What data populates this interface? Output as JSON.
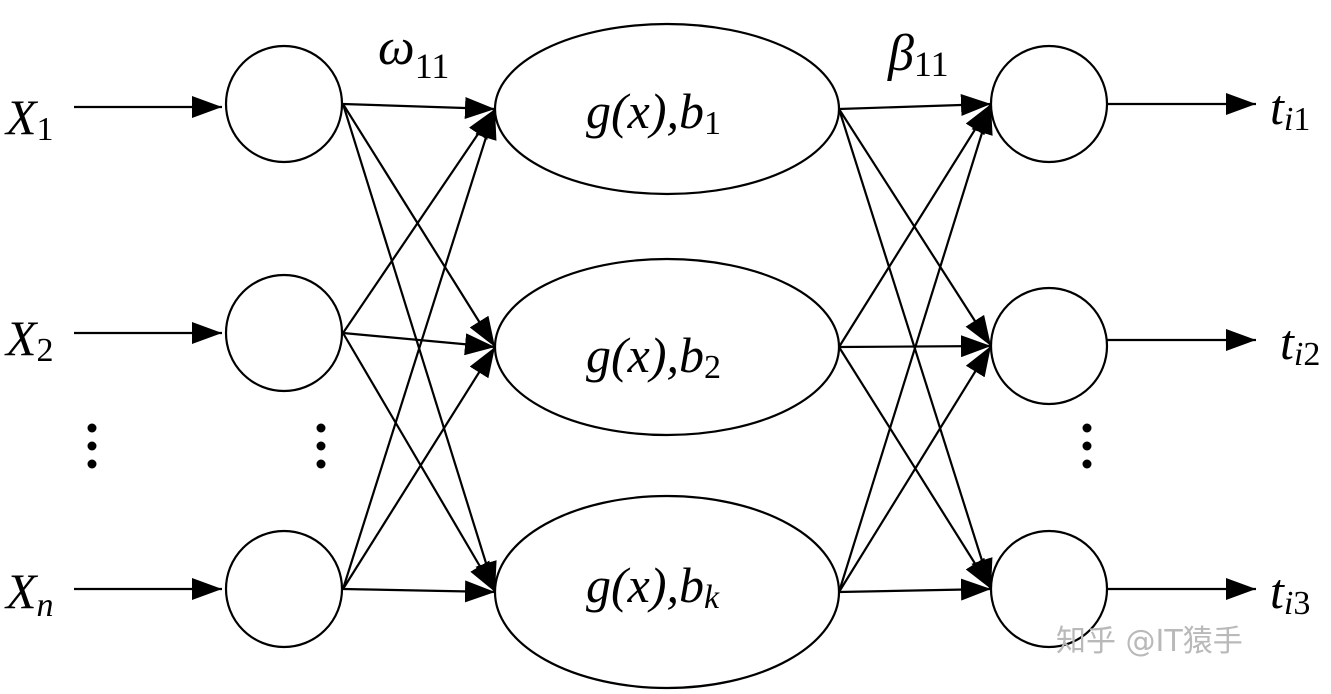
{
  "inputs": [
    {
      "base": "X",
      "sub": "1"
    },
    {
      "base": "X",
      "sub": "2"
    },
    {
      "base": "X",
      "sub": "n"
    }
  ],
  "hidden": [
    {
      "func": "g(x),",
      "bias_base": "b",
      "bias_sub": "1"
    },
    {
      "func": "g(x),",
      "bias_base": "b",
      "bias_sub": "2"
    },
    {
      "func": "g(x),",
      "bias_base": "b",
      "bias_sub": "k"
    }
  ],
  "outputs": [
    {
      "base": "t",
      "sub_i": "i",
      "sub_n": "1"
    },
    {
      "base": "t",
      "sub_i": "i",
      "sub_n": "2"
    },
    {
      "base": "t",
      "sub_i": "i",
      "sub_n": "3"
    }
  ],
  "weights": {
    "input_hidden": {
      "base": "ω",
      "sub": "11"
    },
    "hidden_output": {
      "base": "β",
      "sub": "11"
    }
  },
  "ellipsis_marker": "⋮",
  "watermark": "知乎 @IT猿手"
}
